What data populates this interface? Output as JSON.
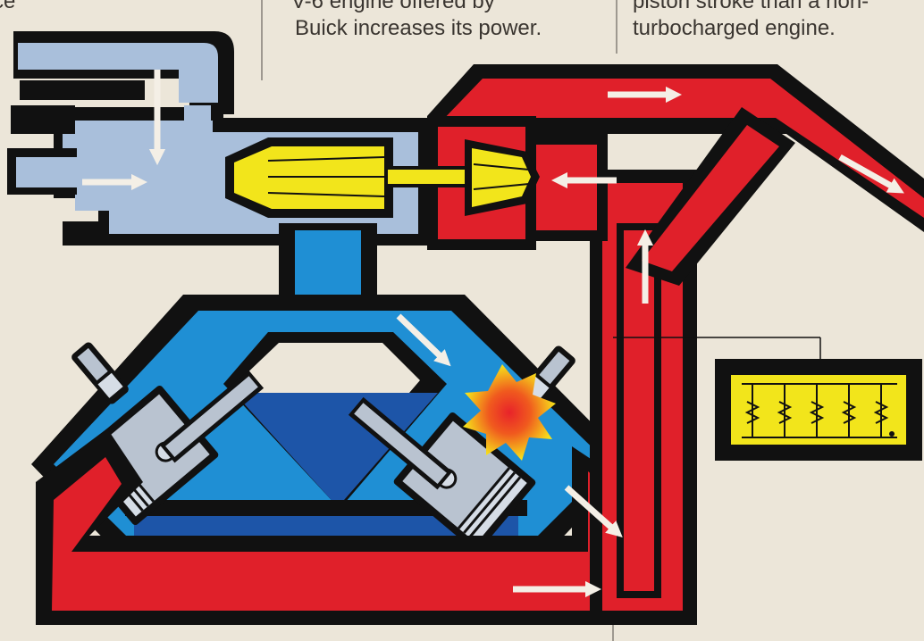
{
  "captions": {
    "left_fragment": "ce",
    "middle_line1": "V-6 engine offered by",
    "middle_line2": "Buick increases its power.",
    "right_line1": "piston stroke than a non-",
    "right_line2": "turbocharged engine."
  },
  "colors": {
    "paper": "#ece6d9",
    "outline": "#111111",
    "intake_light_blue": "#a9bfdb",
    "engine_blue": "#1f8fd4",
    "block_dark_blue": "#1d55a8",
    "exhaust_red": "#e0202a",
    "turbo_yellow": "#f2e51b",
    "piston_grey": "#b9c3d0",
    "flow_arrow": "#f4efe6"
  }
}
